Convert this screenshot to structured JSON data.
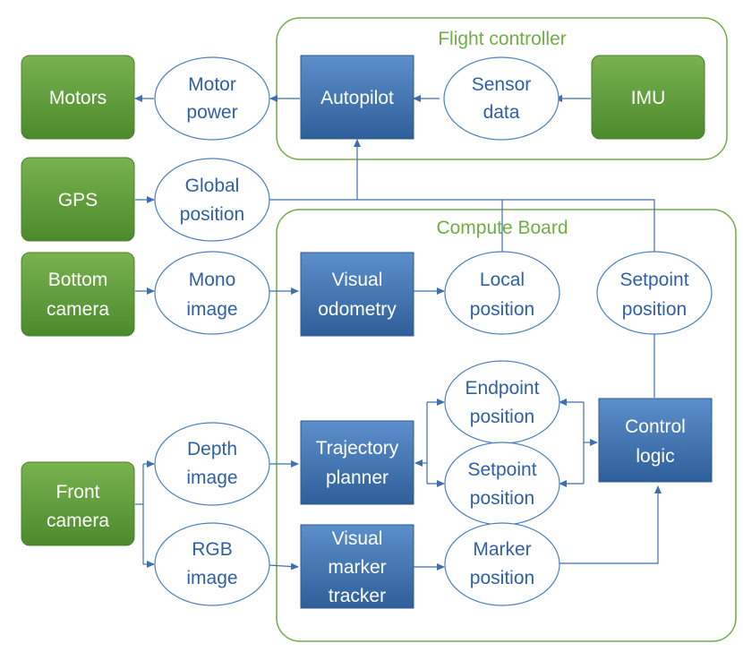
{
  "colors": {
    "green_box": "#5a9a37",
    "blue_box": "#3b6ea8",
    "ellipse_stroke": "#4a7fc0",
    "ellipse_text": "#2f5fa6",
    "container_stroke": "#70ad47",
    "arrow": "#3f6fb0"
  },
  "containers": {
    "flight_controller": "Flight controller",
    "compute_board": "Compute Board"
  },
  "green": {
    "motors": [
      "Motors"
    ],
    "gps": [
      "GPS"
    ],
    "bottom_camera": [
      "Bottom",
      "camera"
    ],
    "front_camera": [
      "Front",
      "camera"
    ],
    "imu": [
      "IMU"
    ]
  },
  "blue": {
    "autopilot": [
      "Autopilot"
    ],
    "visual_odometry": [
      "Visual",
      "odometry"
    ],
    "trajectory_planner": [
      "Trajectory",
      "planner"
    ],
    "visual_marker_tracker": [
      "Visual",
      "marker",
      "tracker"
    ],
    "control_logic": [
      "Control",
      "logic"
    ]
  },
  "ellipses": {
    "motor_power": [
      "Motor",
      "power"
    ],
    "sensor_data": [
      "Sensor",
      "data"
    ],
    "global_position": [
      "Global",
      "position"
    ],
    "mono_image": [
      "Mono",
      "image"
    ],
    "local_position": [
      "Local",
      "position"
    ],
    "setpoint_position_top": [
      "Setpoint",
      "position"
    ],
    "endpoint_position": [
      "Endpoint",
      "position"
    ],
    "setpoint_position_mid": [
      "Setpoint",
      "position"
    ],
    "depth_image": [
      "Depth",
      "image"
    ],
    "rgb_image": [
      "RGB",
      "image"
    ],
    "marker_position": [
      "Marker",
      "position"
    ]
  }
}
